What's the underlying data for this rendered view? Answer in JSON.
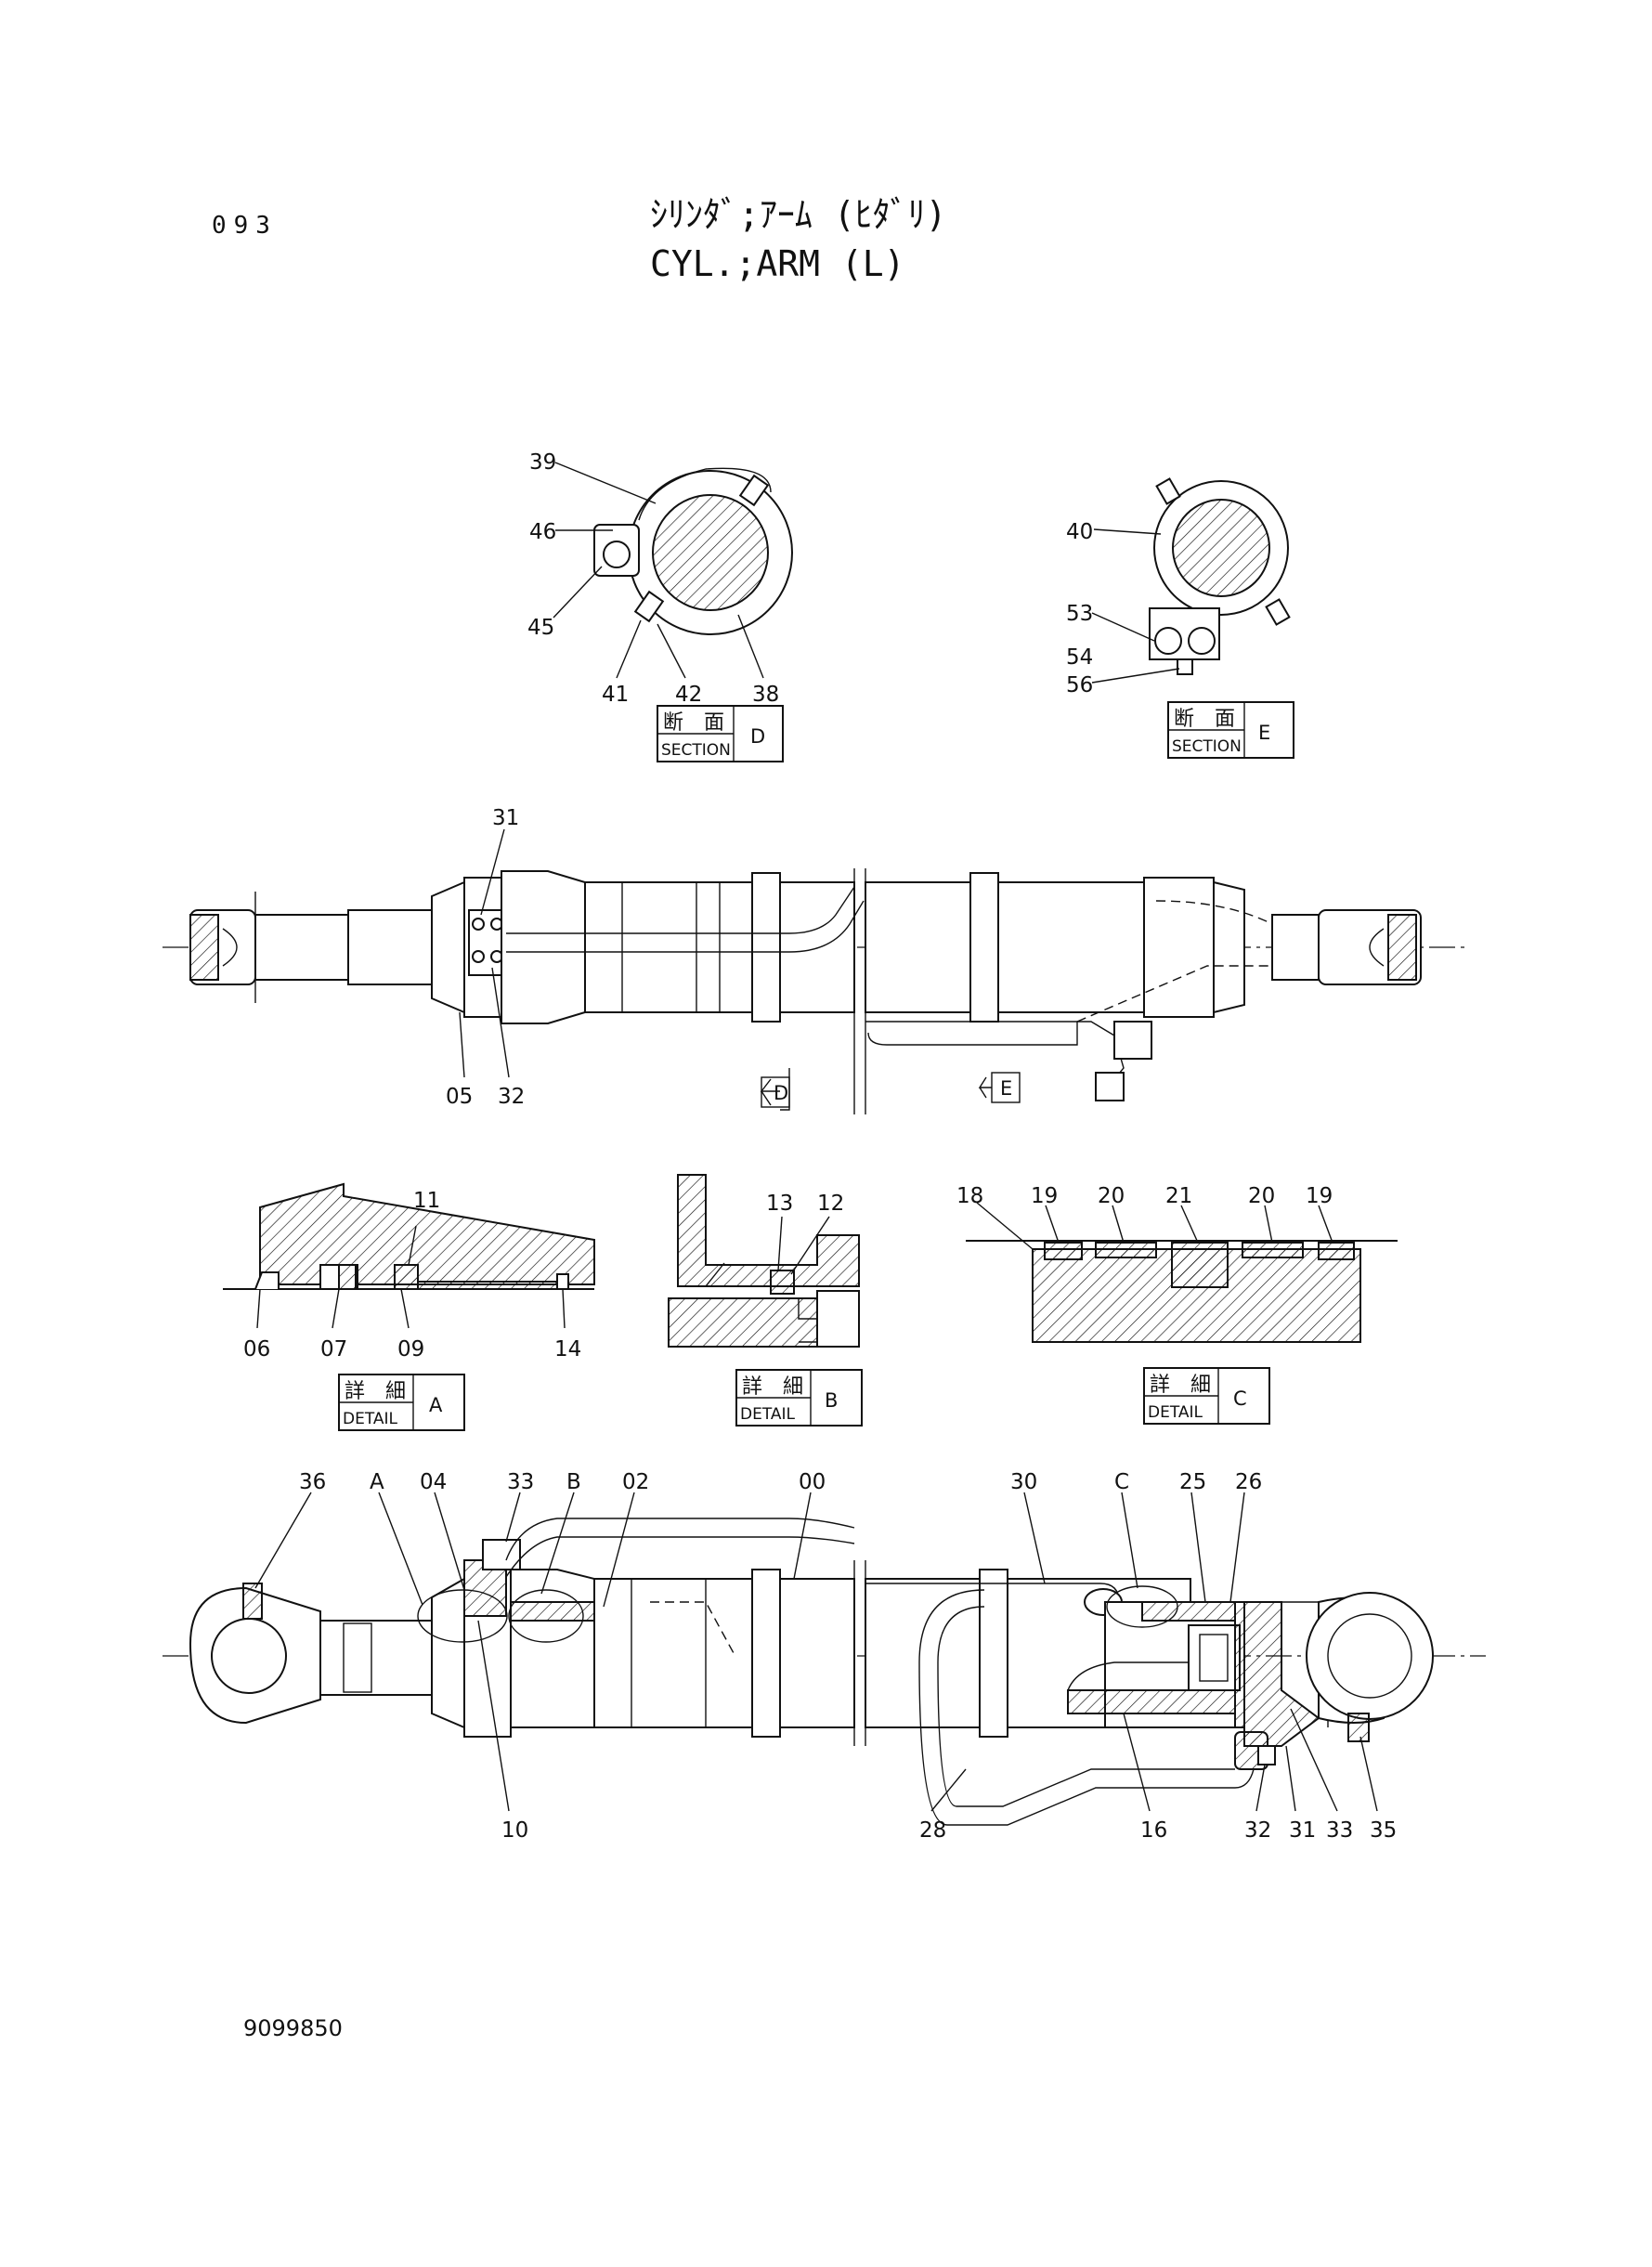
{
  "header": {
    "page_number": "093",
    "title_jp": "ｼﾘﾝﾀﾞ;ｱｰﾑ (ﾋﾀﾞﾘ)",
    "title_en": "CYL.;ARM (L)"
  },
  "footer": {
    "drawing_number": "9099850"
  },
  "views": {
    "section_d": {
      "label_jp": "断　面",
      "label_en": "SECTION",
      "letter": "D",
      "callouts": [
        "39",
        "46",
        "45",
        "41",
        "42",
        "38"
      ]
    },
    "section_e": {
      "label_jp": "断　面",
      "label_en": "SECTION",
      "letter": "E",
      "callouts": [
        "40",
        "53",
        "54",
        "56"
      ]
    },
    "top_view": {
      "callouts": [
        "31",
        "05",
        "32"
      ],
      "arrow_d": "D",
      "arrow_e": "E"
    },
    "detail_a": {
      "label_jp": "詳　細",
      "label_en": "DETAIL",
      "letter": "A",
      "callouts": [
        "11",
        "06",
        "07",
        "09",
        "14"
      ]
    },
    "detail_b": {
      "label_jp": "詳　細",
      "label_en": "DETAIL",
      "letter": "B",
      "callouts": [
        "13",
        "12"
      ]
    },
    "detail_c": {
      "label_jp": "詳　細",
      "label_en": "DETAIL",
      "letter": "C",
      "callouts": [
        "18",
        "19",
        "20",
        "21",
        "20",
        "19"
      ]
    },
    "main_view": {
      "callouts_top": [
        "36",
        "A",
        "04",
        "33",
        "B",
        "02",
        "00",
        "30",
        "C",
        "25",
        "26"
      ],
      "callouts_bottom": [
        "10",
        "28",
        "16",
        "32",
        "31",
        "33",
        "35"
      ]
    }
  }
}
